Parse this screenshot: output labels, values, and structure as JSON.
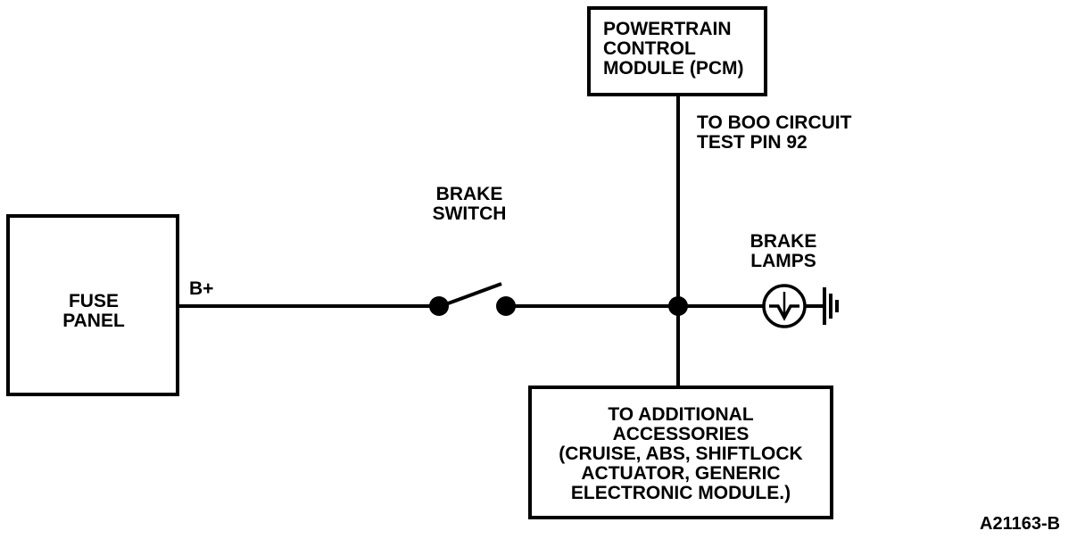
{
  "colors": {
    "ink": "#000000",
    "background": "#ffffff"
  },
  "pcm": {
    "lines": [
      "POWERTRAIN",
      "CONTROL",
      "MODULE (PCM)"
    ]
  },
  "boo_circuit": {
    "lines": [
      "TO BOO CIRCUIT",
      "TEST PIN 92"
    ]
  },
  "brake_switch": {
    "lines": [
      "BRAKE",
      "SWITCH"
    ]
  },
  "fuse_panel": {
    "lines": [
      "FUSE",
      "PANEL"
    ]
  },
  "b_plus": "B+",
  "brake_lamps": {
    "lines": [
      "BRAKE",
      "LAMPS"
    ]
  },
  "accessories": {
    "lines": [
      "TO ADDITIONAL",
      "ACCESSORIES",
      "(CRUISE, ABS, SHIFTLOCK",
      "ACTUATOR, GENERIC",
      "ELECTRONIC MODULE.)"
    ]
  },
  "figure_id": "A21163-B",
  "icons": [
    "switch-contact-icon",
    "junction-dot-icon",
    "lamp-icon",
    "ground-icon"
  ]
}
